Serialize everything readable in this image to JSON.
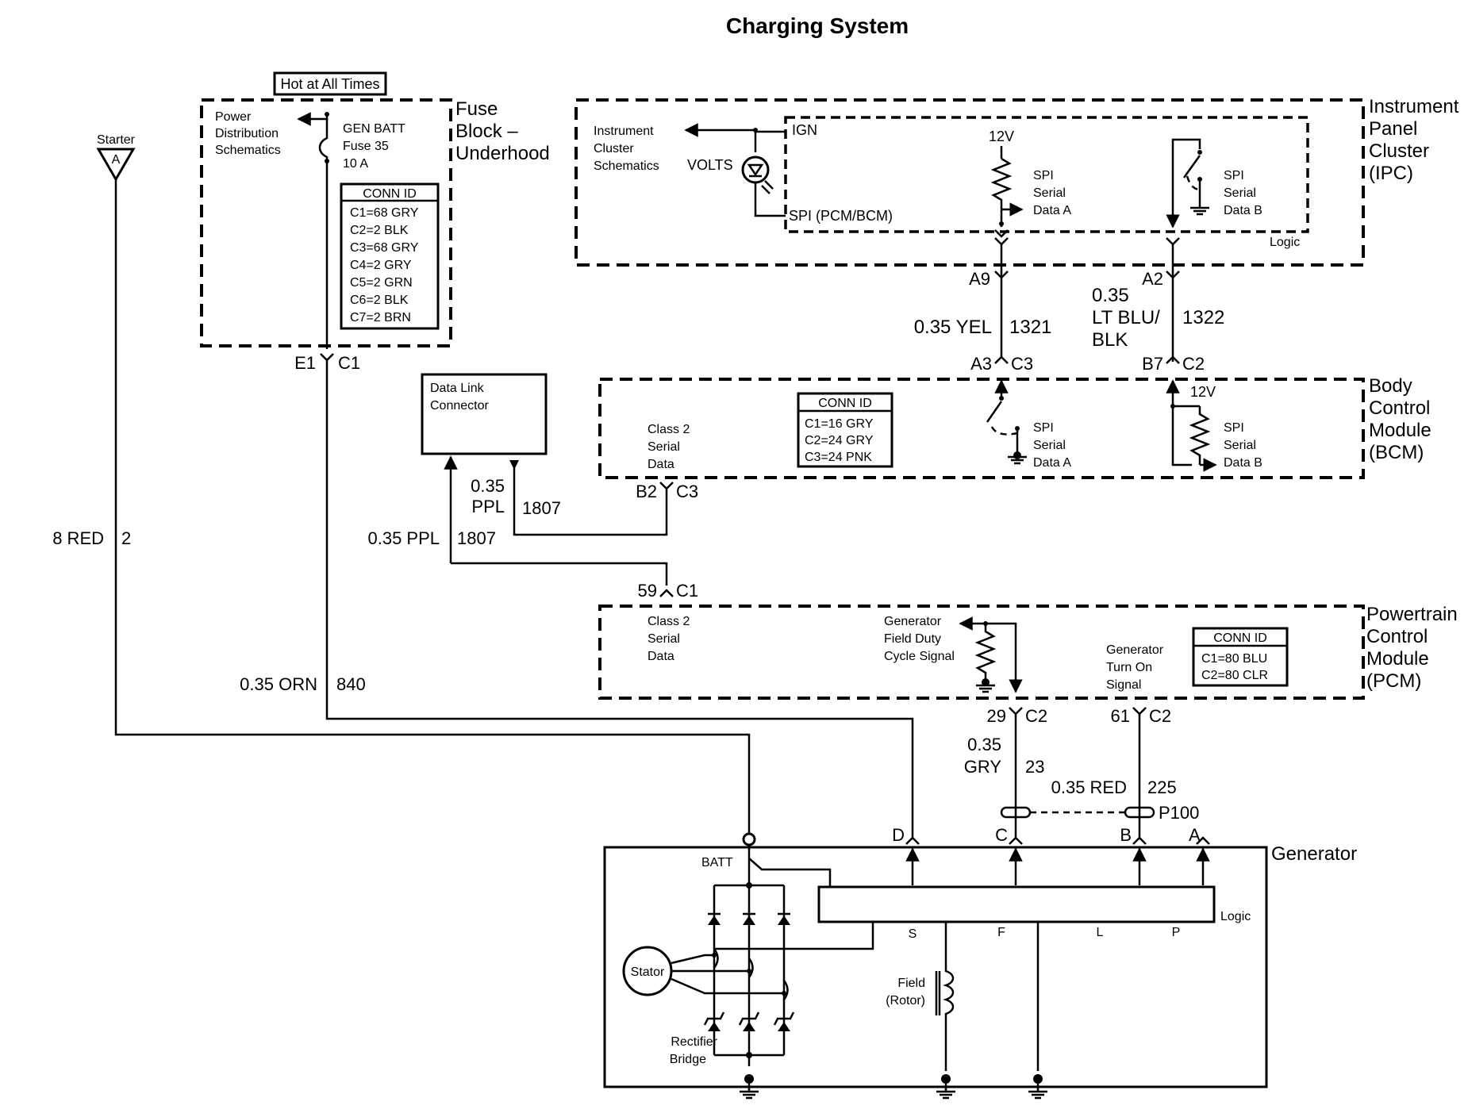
{
  "title": "Charging System",
  "fuse_block": {
    "hot_label": "Hot at All Times",
    "name": [
      "Fuse",
      "Block –",
      "Underhood"
    ],
    "power_dist": [
      "Power",
      "Distribution",
      "Schematics"
    ],
    "fuse": [
      "GEN BATT",
      "Fuse 35",
      "10 A"
    ],
    "conn_title": "CONN ID",
    "conn": [
      "C1=68 GRY",
      "C2=2 BLK",
      "C3=68 GRY",
      "C4=2 GRY",
      "C5=2 GRN",
      "C6=2 BLK",
      "C7=2 BRN"
    ],
    "out_pin": "E1",
    "out_conn": "C1"
  },
  "starter": {
    "label": "Starter",
    "ref": "A",
    "wire_color": "8 RED",
    "wire_circuit": "2"
  },
  "ipc": {
    "name": [
      "Instrument",
      "Panel",
      "Cluster",
      "(IPC)"
    ],
    "cluster_schem": [
      "Instrument",
      "Cluster",
      "Schematics"
    ],
    "volts": "VOLTS",
    "ign": "IGN",
    "spi_pcm": "SPI (PCM/BCM)",
    "v12": "12V",
    "spi_a": [
      "SPI",
      "Serial",
      "Data A"
    ],
    "spi_b": [
      "SPI",
      "Serial",
      "Data B"
    ],
    "logic": "Logic",
    "pin_a9": "A9",
    "pin_a2": "A2"
  },
  "wires_ipc_bcm": {
    "yel_color": "0.35 YEL",
    "yel_circuit": "1321",
    "blu_color": [
      "0.35",
      "LT BLU/",
      "BLK"
    ],
    "blu_circuit": "1322"
  },
  "bcm": {
    "name": [
      "Body",
      "Control",
      "Module",
      "(BCM)"
    ],
    "class2": [
      "Class 2",
      "Serial",
      "Data"
    ],
    "conn_title": "CONN ID",
    "conn": [
      "C1=16 GRY",
      "C2=24 GRY",
      "C3=24 PNK"
    ],
    "v12": "12V",
    "spi_a": [
      "SPI",
      "Serial",
      "Data A"
    ],
    "spi_b": [
      "SPI",
      "Serial",
      "Data B"
    ],
    "pin_a3": "A3",
    "conn_c3": "C3",
    "pin_b7": "B7",
    "conn_c2": "C2",
    "pin_b2": "B2",
    "conn_b2": "C3"
  },
  "dlc": {
    "name": [
      "Data Link",
      "Connector"
    ],
    "wire1_color": [
      "0.35",
      "PPL"
    ],
    "wire1_circuit": "1807",
    "wire2_color": "0.35 PPL",
    "wire2_circuit": "1807"
  },
  "pcm": {
    "name": [
      "Powertrain",
      "Control",
      "Module",
      "(PCM)"
    ],
    "class2": [
      "Class 2",
      "Serial",
      "Data"
    ],
    "field_duty": [
      "Generator",
      "Field Duty",
      "Cycle Signal"
    ],
    "turn_on": [
      "Generator",
      "Turn On",
      "Signal"
    ],
    "conn_title": "CONN ID",
    "conn": [
      "C1=80 BLU",
      "C2=80 CLR"
    ],
    "pin_59": "59",
    "conn_59": "C1",
    "pin_29": "29",
    "conn_29": "C2",
    "pin_61": "61",
    "conn_61": "C2"
  },
  "wires_pcm_gen": {
    "orn_color": "0.35 ORN",
    "orn_circuit": "840",
    "gry_color": [
      "0.35",
      "GRY"
    ],
    "gry_circuit": "23",
    "red_color": "0.35 RED",
    "red_circuit": "225",
    "splice": "P100"
  },
  "generator": {
    "name": "Generator",
    "batt": "BATT",
    "terminals": [
      "D",
      "C",
      "B",
      "A"
    ],
    "logic": "Logic",
    "logic_pins": [
      "S",
      "F",
      "L",
      "P"
    ],
    "stator": "Stator",
    "rectifier": [
      "Rectifier",
      "Bridge"
    ],
    "field": [
      "Field",
      "(Rotor)"
    ]
  }
}
